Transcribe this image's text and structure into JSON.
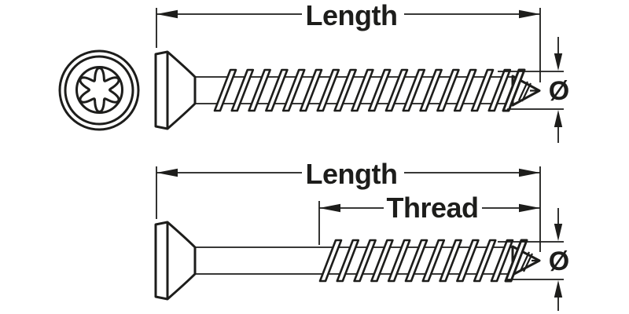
{
  "canvas": {
    "background": "#ffffff",
    "ink": "#1d1d1b"
  },
  "head_view": {
    "icon": "torx-drive-icon"
  },
  "labels": {
    "length_top": "Length",
    "length_bottom": "Length",
    "thread": "Thread",
    "diameter_top": "Ø",
    "diameter_bottom": "Ø"
  }
}
